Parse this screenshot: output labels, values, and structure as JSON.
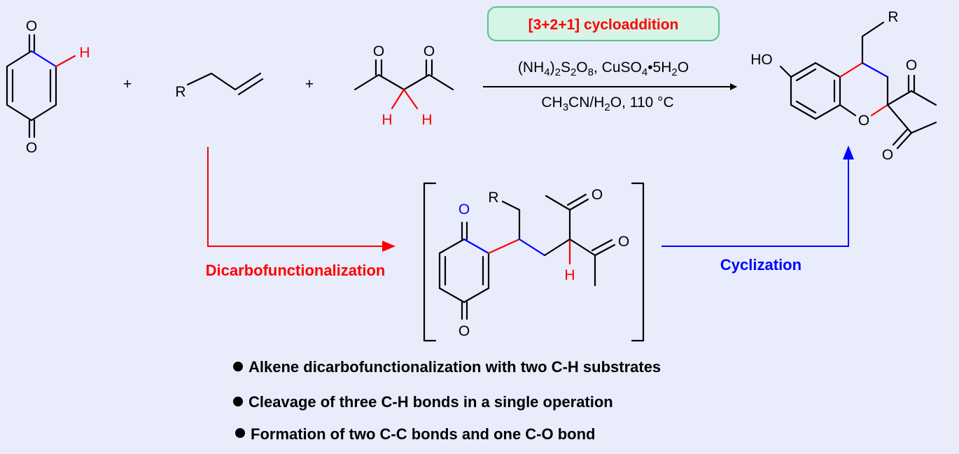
{
  "reaction": {
    "title": "[3+2+1] cycloaddition",
    "conditions_line1_parts": [
      "(NH",
      "4",
      ")",
      "2",
      "S",
      "2",
      "O",
      "8",
      ", CuSO",
      "4",
      "•5H",
      "2",
      "O"
    ],
    "conditions_line2_parts": [
      "CH",
      "3",
      "CN/H",
      "2",
      "O, 110 °C"
    ],
    "plus_sign": "+",
    "step1_label": "Dicarbofunctionalization",
    "step2_label": "Cyclization"
  },
  "atoms": {
    "oxygen": "O",
    "hydrogen": "H",
    "r_group": "R",
    "hydroxyl": "HO"
  },
  "bullets": [
    "Alkene dicarbofunctionalization with two C-H substrates",
    "Cleavage of three C-H bonds in a single operation",
    "Formation of two C-C bonds and one C-O bond"
  ],
  "colors": {
    "background": "#e8ecfb",
    "red": "#ff0000",
    "blue": "#0000ff",
    "badge_fill": "#d6f5e6",
    "badge_stroke": "#5fc08e"
  }
}
